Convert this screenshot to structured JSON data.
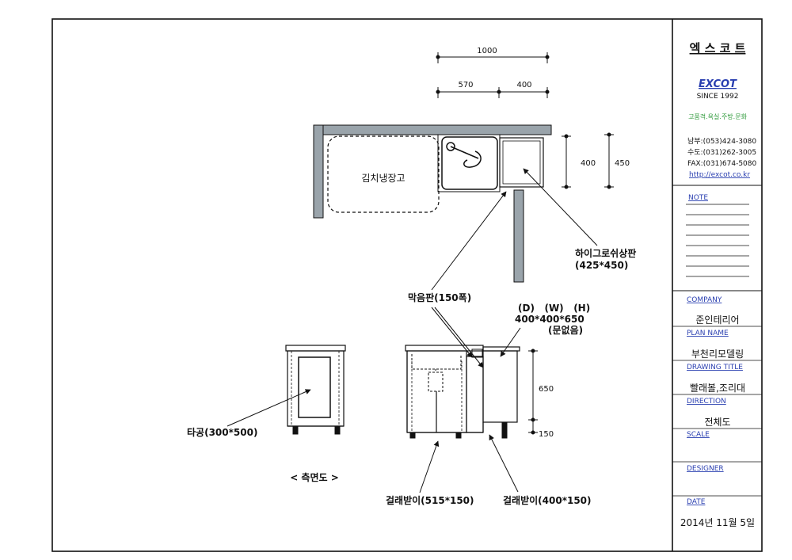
{
  "drawing": {
    "fridge_label": "김치냉장고",
    "dims": {
      "total_width": "1000",
      "left_width": "570",
      "right_width": "400",
      "depth_inner": "400",
      "depth_outer": "450",
      "height_body": "650",
      "height_base": "150"
    },
    "labels": {
      "high_gloss": "하이그로쉬상판",
      "high_gloss_size": "(425*450)",
      "blocking_panel": "막음판(150폭)",
      "dwh_header": "(D)   (W)   (H)",
      "dwh_value": "400*400*650",
      "no_door": "(문없음)",
      "hole": "타공(300*500)",
      "side_view": "< 측면도 >",
      "skirt_left": "걸래받이(515*150)",
      "skirt_right": "걸래받이(400*150)"
    }
  },
  "title_block": {
    "brand_kr": "엑 스 코 트",
    "brand_en": "EXCOT",
    "since": "SINCE 1992",
    "tagline": "고품격.욕실.주방.문화",
    "contacts": [
      "남부:(053)424-3080",
      "수도:(031)262-3005",
      "FAX:(031)674-5080"
    ],
    "website": "http://excot.co.kr",
    "note_label": "NOTE",
    "company_label": "COMPANY",
    "company_value": "준인테리어",
    "plan_label": "PLAN NAME",
    "plan_value": "부천리모델링",
    "drawing_title_label": "DRAWING TITLE",
    "drawing_title_value": "빨래볼,조리대",
    "direction_label": "DIRECTION",
    "direction_value": "전체도",
    "scale_label": "SCALE",
    "designer_label": "DESIGNER",
    "date_label": "DATE",
    "date_value": "2014년 11월 5일"
  },
  "colors": {
    "wall_fill": "#9aa4ab",
    "line": "#111111",
    "title_blue": "#2a3fb0",
    "tagline_green": "#2e9a3a"
  }
}
